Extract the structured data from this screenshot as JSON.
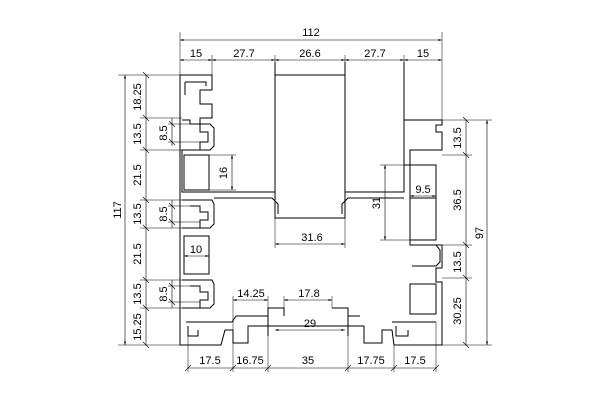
{
  "drawing": {
    "overall_width": "112",
    "top_segments": [
      "15",
      "27.7",
      "26.6",
      "27.7",
      "15"
    ],
    "left_height": "117",
    "left_segments": [
      "18.25",
      "13.5",
      "21.5",
      "13.5",
      "21.5",
      "13.5",
      "15.25"
    ],
    "left_inner": [
      "8.5",
      "8.5",
      "8.5"
    ],
    "right_height": "97",
    "right_segments": [
      "13.5",
      "36.5",
      "13.5",
      "30.25"
    ],
    "inner_labels": {
      "window_height": "16",
      "window_width": "10",
      "channel_width": "31.6",
      "right_pocket_height": "31",
      "right_pocket_width": "9.5",
      "lower_left_offset": "14.25",
      "lower_slot_top": "17.8",
      "lower_slot_bottom": "29"
    },
    "bottom_segments": [
      "17.5",
      "16.75",
      "35",
      "17.75",
      "17.5"
    ]
  }
}
